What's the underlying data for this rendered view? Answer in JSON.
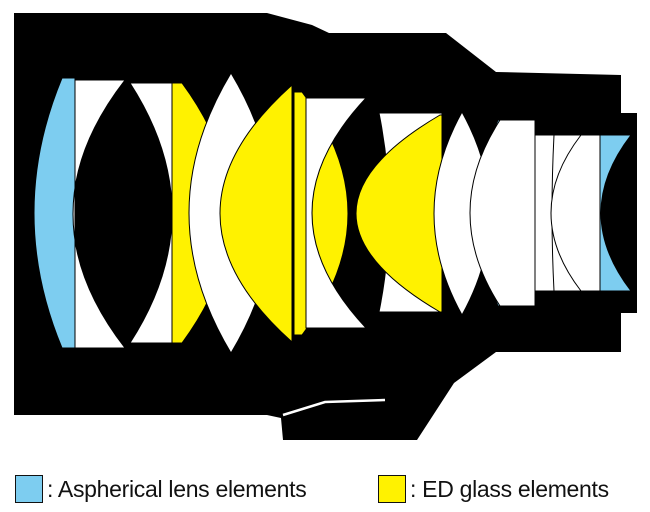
{
  "colors": {
    "aspherical": "#7dcdf0",
    "ed_glass": "#fff200",
    "standard": "#ffffff",
    "barrel": "#000000"
  },
  "legend": [
    {
      "label": ": Aspherical lens elements",
      "type": "aspherical"
    },
    {
      "label": ": ED glass elements",
      "type": "ed_glass"
    }
  ],
  "elements": [
    {
      "type": "aspherical"
    },
    {
      "type": "standard"
    },
    {
      "type": "standard"
    },
    {
      "type": "ed_glass"
    },
    {
      "type": "standard"
    },
    {
      "type": "ed_glass"
    },
    {
      "type": "ed_glass"
    },
    {
      "type": "standard"
    },
    {
      "type": "standard"
    },
    {
      "type": "ed_glass"
    },
    {
      "type": "standard"
    },
    {
      "type": "aspherical"
    },
    {
      "type": "standard"
    },
    {
      "type": "standard"
    },
    {
      "type": "standard"
    },
    {
      "type": "standard"
    },
    {
      "type": "aspherical"
    }
  ]
}
